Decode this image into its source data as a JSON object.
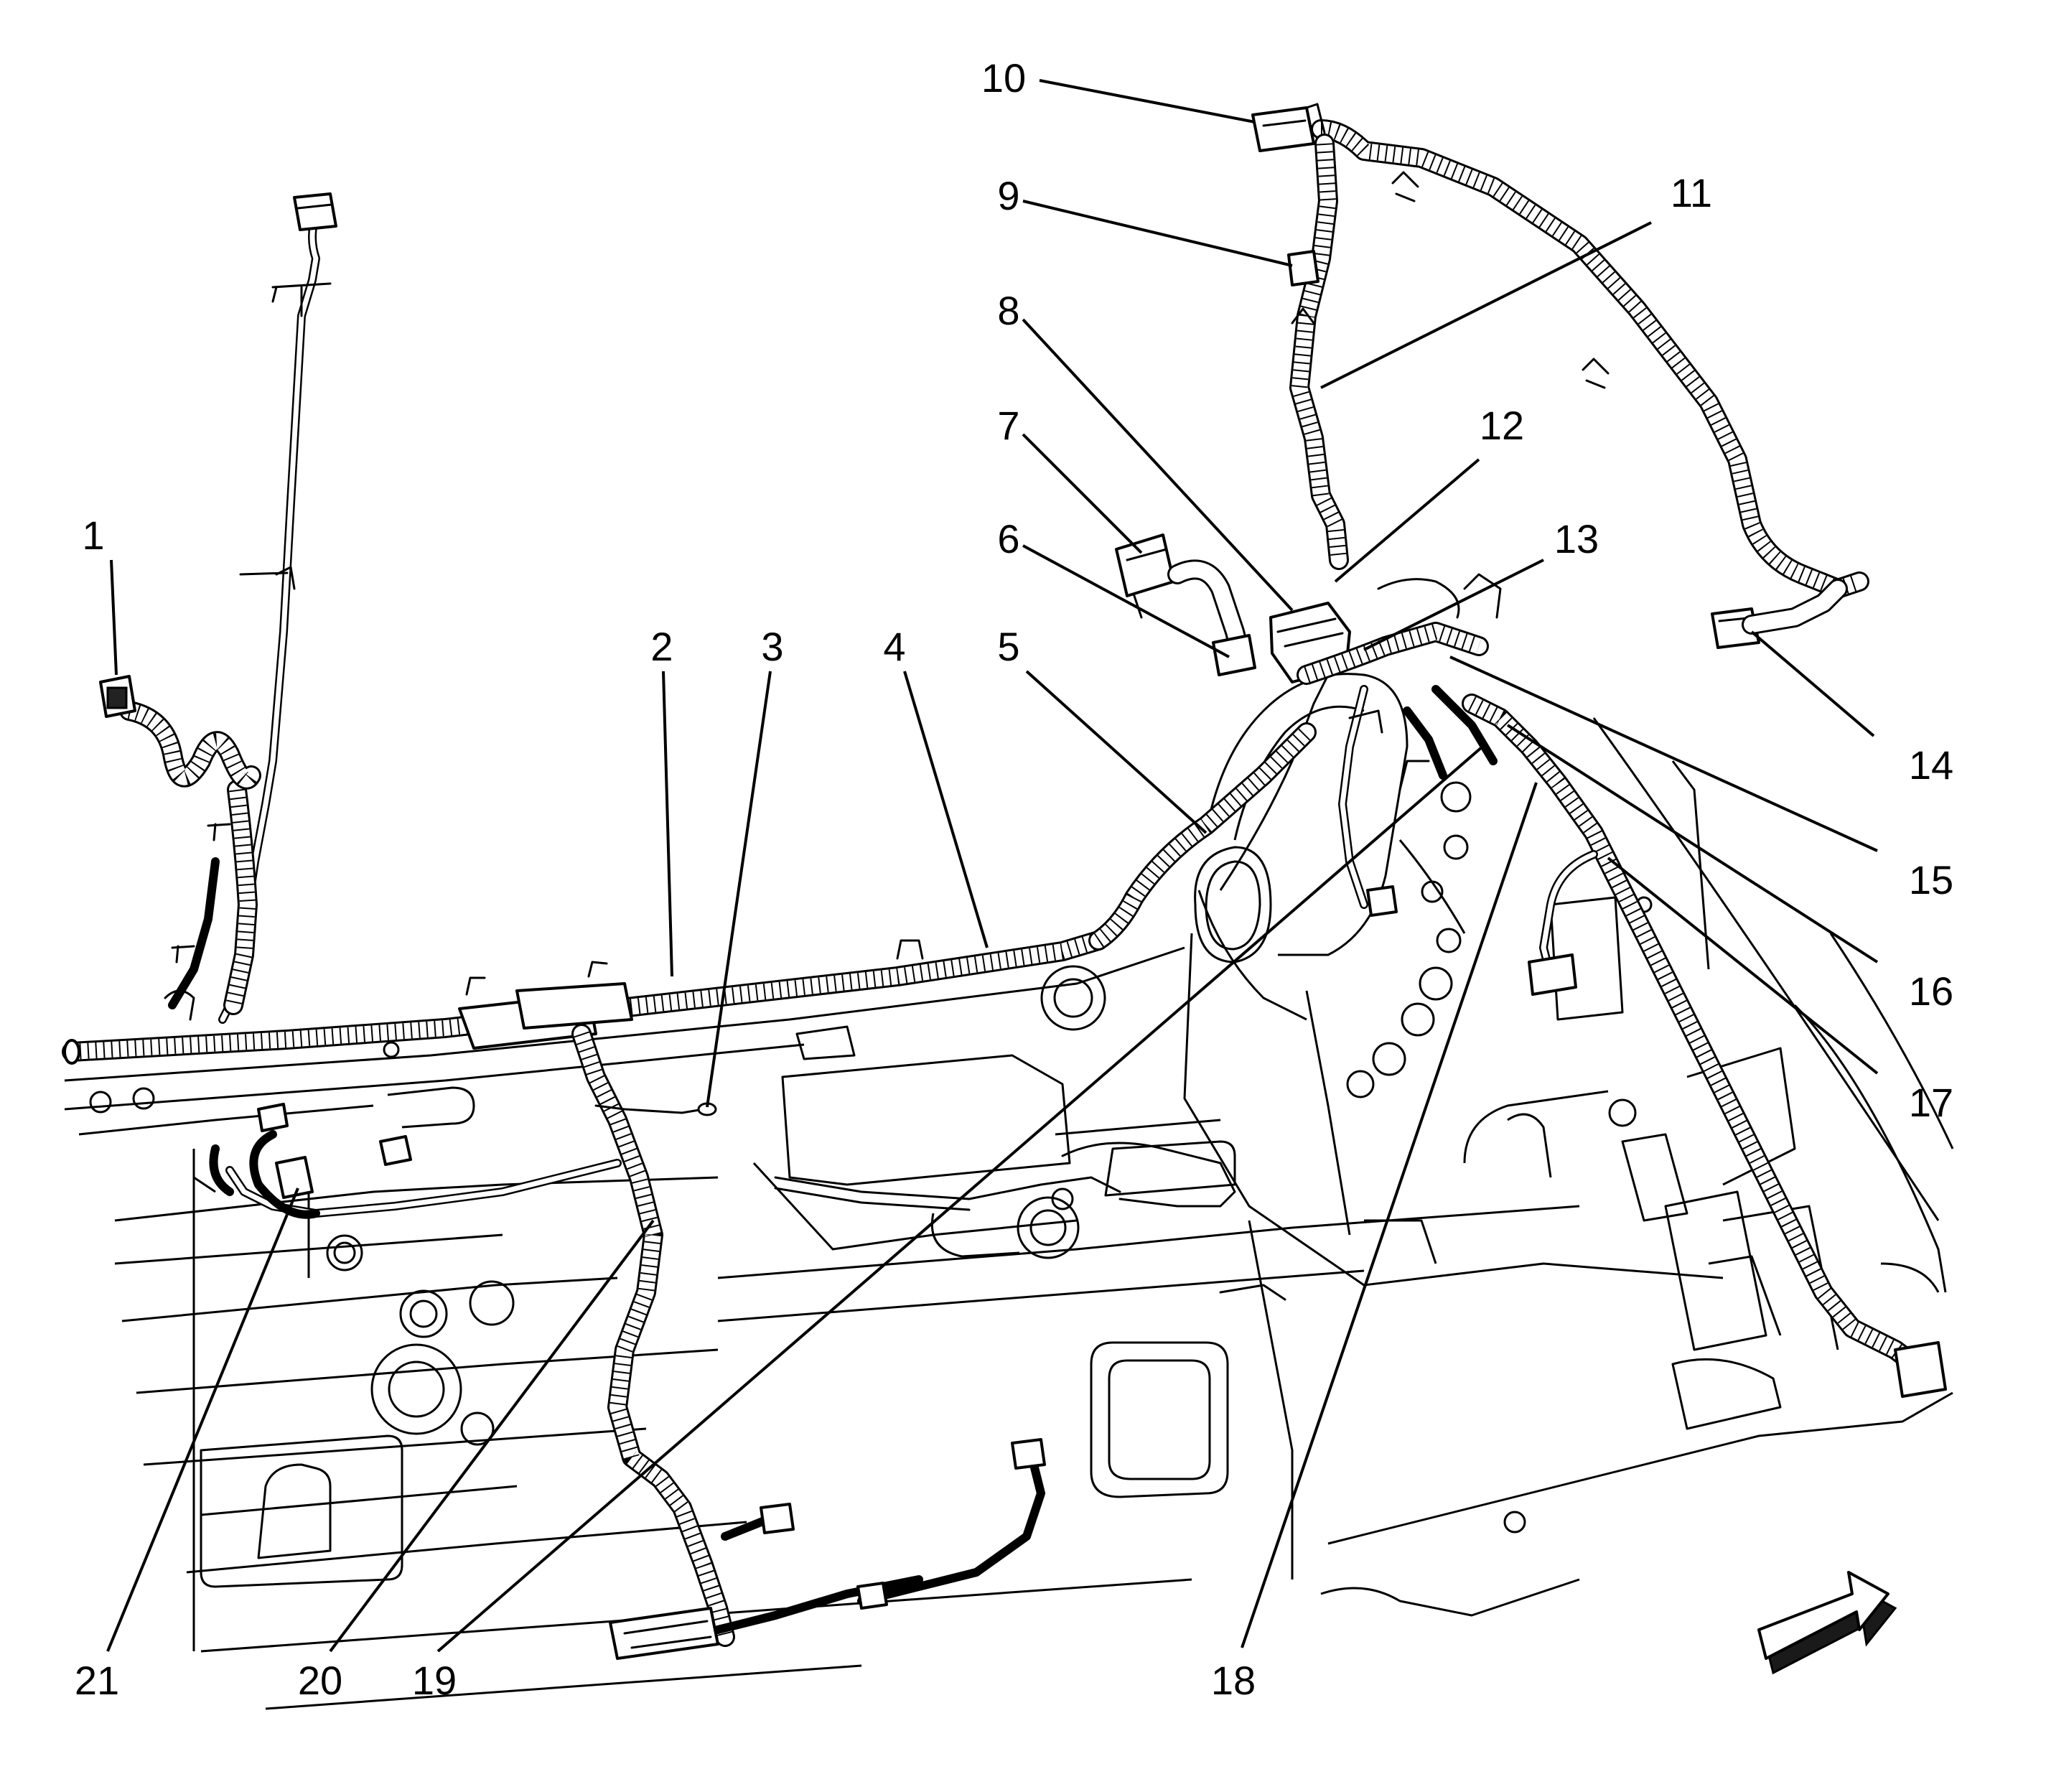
{
  "callouts": [
    {
      "label": "1"
    },
    {
      "label": "2"
    },
    {
      "label": "3"
    },
    {
      "label": "4"
    },
    {
      "label": "5"
    },
    {
      "label": "6"
    },
    {
      "label": "7"
    },
    {
      "label": "8"
    },
    {
      "label": "9"
    },
    {
      "label": "10"
    },
    {
      "label": "11"
    },
    {
      "label": "12"
    },
    {
      "label": "13"
    },
    {
      "label": "14"
    },
    {
      "label": "15"
    },
    {
      "label": "16"
    },
    {
      "label": "17"
    },
    {
      "label": "18"
    },
    {
      "label": "19"
    },
    {
      "label": "20"
    },
    {
      "label": "21"
    }
  ],
  "orientation_arrow": {
    "icon": "front-direction-arrow-icon"
  }
}
